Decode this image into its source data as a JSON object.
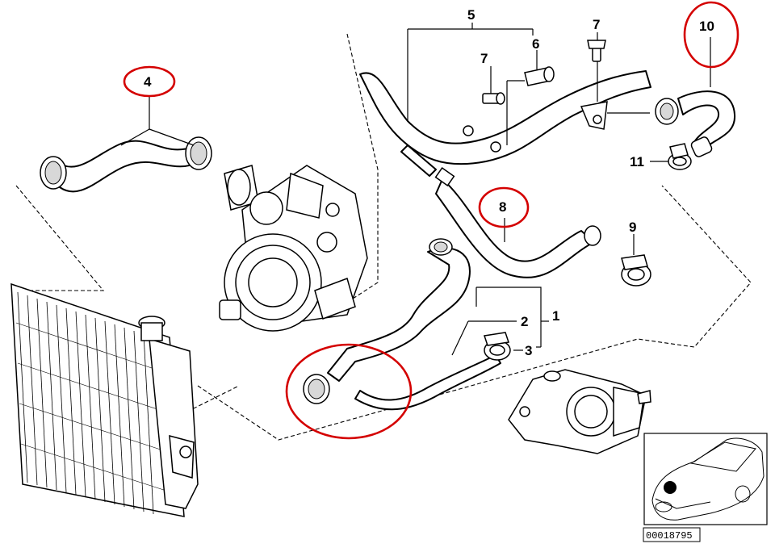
{
  "callouts": {
    "c1": "1",
    "c2": "2",
    "c3": "3",
    "c4": "4",
    "c5": "5",
    "c6": "6",
    "c7a": "7",
    "c7b": "7",
    "c8": "8",
    "c9": "9",
    "c10": "10",
    "c11": "11"
  },
  "reference_number": "00018795",
  "highlight_color": "#d40000"
}
